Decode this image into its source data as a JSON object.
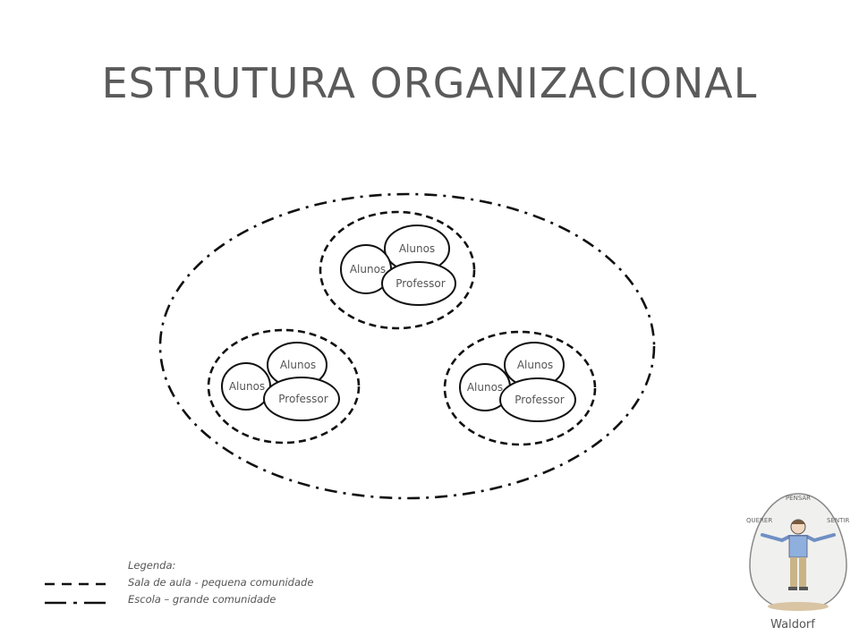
{
  "title": "ESTRUTURA ORGANIZACIONAL",
  "diagram": {
    "school": {
      "groups": [
        {
          "students_a": "Alunos",
          "students_b": "Alunos",
          "teacher": "Professor"
        },
        {
          "students_a": "Alunos",
          "students_b": "Alunos",
          "teacher": "Professor"
        },
        {
          "students_a": "Alunos",
          "students_b": "Alunos",
          "teacher": "Professor"
        }
      ]
    }
  },
  "legend": {
    "heading": "Legenda:",
    "items": [
      {
        "line_style": "dashed",
        "label": "Sala de aula - pequena comunidade"
      },
      {
        "line_style": "dash-dot",
        "label": "Escola – grande comunidade"
      }
    ]
  },
  "logo": {
    "pensar": "PENSAR",
    "querer": "QUERER",
    "sentir": "SENTIR",
    "caption": "Waldorf"
  },
  "colors": {
    "stroke": "#111111",
    "text": "#555555"
  }
}
